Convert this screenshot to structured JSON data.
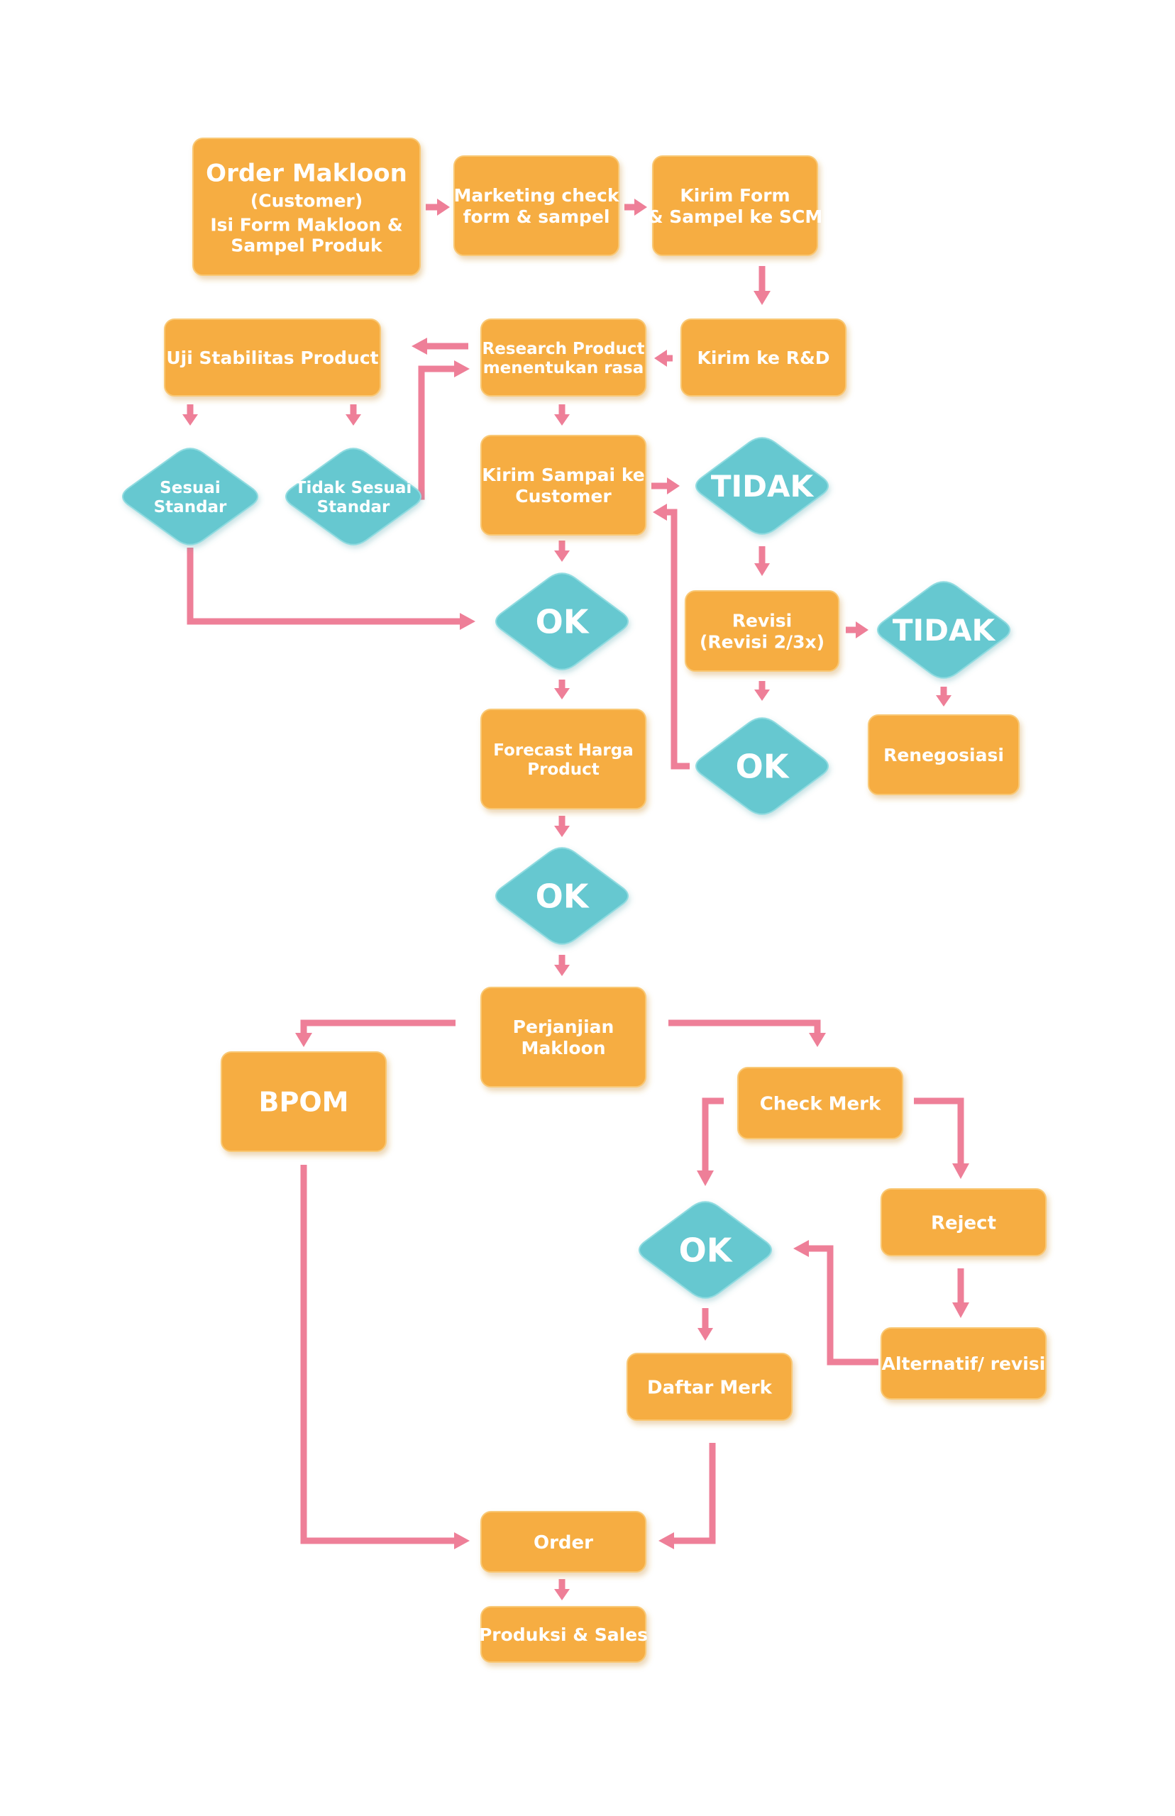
{
  "colors": {
    "process": "#f6ad42",
    "decision": "#66c8d0",
    "connector": "#ee7f98",
    "text": "#ffffff"
  },
  "nodes": {
    "order_makloon": {
      "lines": [
        "Order Makloon",
        "(Customer)",
        "Isi Form Makloon &",
        "Sampel Produk"
      ]
    },
    "marketing_check": {
      "lines": [
        "Marketing check",
        "form & sampel"
      ]
    },
    "kirim_form": {
      "lines": [
        "Kirim Form",
        "& Sampel ke SCM"
      ]
    },
    "uji_stabilitas": {
      "lines": [
        "Uji Stabilitas Product"
      ]
    },
    "research_product": {
      "lines": [
        "Research Product",
        "menentukan rasa"
      ]
    },
    "kirim_rnd": {
      "lines": [
        "Kirim ke R&D"
      ]
    },
    "sesuai_standar": {
      "lines": [
        "Sesuai",
        "Standar"
      ]
    },
    "tidak_sesuai_standar": {
      "lines": [
        "Tidak Sesuai",
        "Standar"
      ]
    },
    "kirim_sampai_customer": {
      "lines": [
        "Kirim Sampai ke",
        "Customer"
      ]
    },
    "tidak_1": {
      "lines": [
        "TIDAK"
      ]
    },
    "ok_1": {
      "lines": [
        "OK"
      ]
    },
    "revisi": {
      "lines": [
        "Revisi",
        "(Revisi 2/3x)"
      ]
    },
    "tidak_2": {
      "lines": [
        "TIDAK"
      ]
    },
    "forecast_harga": {
      "lines": [
        "Forecast Harga",
        "Product"
      ]
    },
    "ok_2": {
      "lines": [
        "OK"
      ]
    },
    "renegosiasi": {
      "lines": [
        "Renegosiasi"
      ]
    },
    "ok_3": {
      "lines": [
        "OK"
      ]
    },
    "perjanjian_makloon": {
      "lines": [
        "Perjanjian",
        "Makloon"
      ]
    },
    "bpom": {
      "lines": [
        "BPOM"
      ]
    },
    "check_merk": {
      "lines": [
        "Check Merk"
      ]
    },
    "reject": {
      "lines": [
        "Reject"
      ]
    },
    "ok_4": {
      "lines": [
        "OK"
      ]
    },
    "daftar_merk": {
      "lines": [
        "Daftar Merk"
      ]
    },
    "alternatif_revisi": {
      "lines": [
        "Alternatif/ revisi"
      ]
    },
    "order": {
      "lines": [
        "Order"
      ]
    },
    "produksi_sales": {
      "lines": [
        "Produksi & Sales"
      ]
    }
  }
}
